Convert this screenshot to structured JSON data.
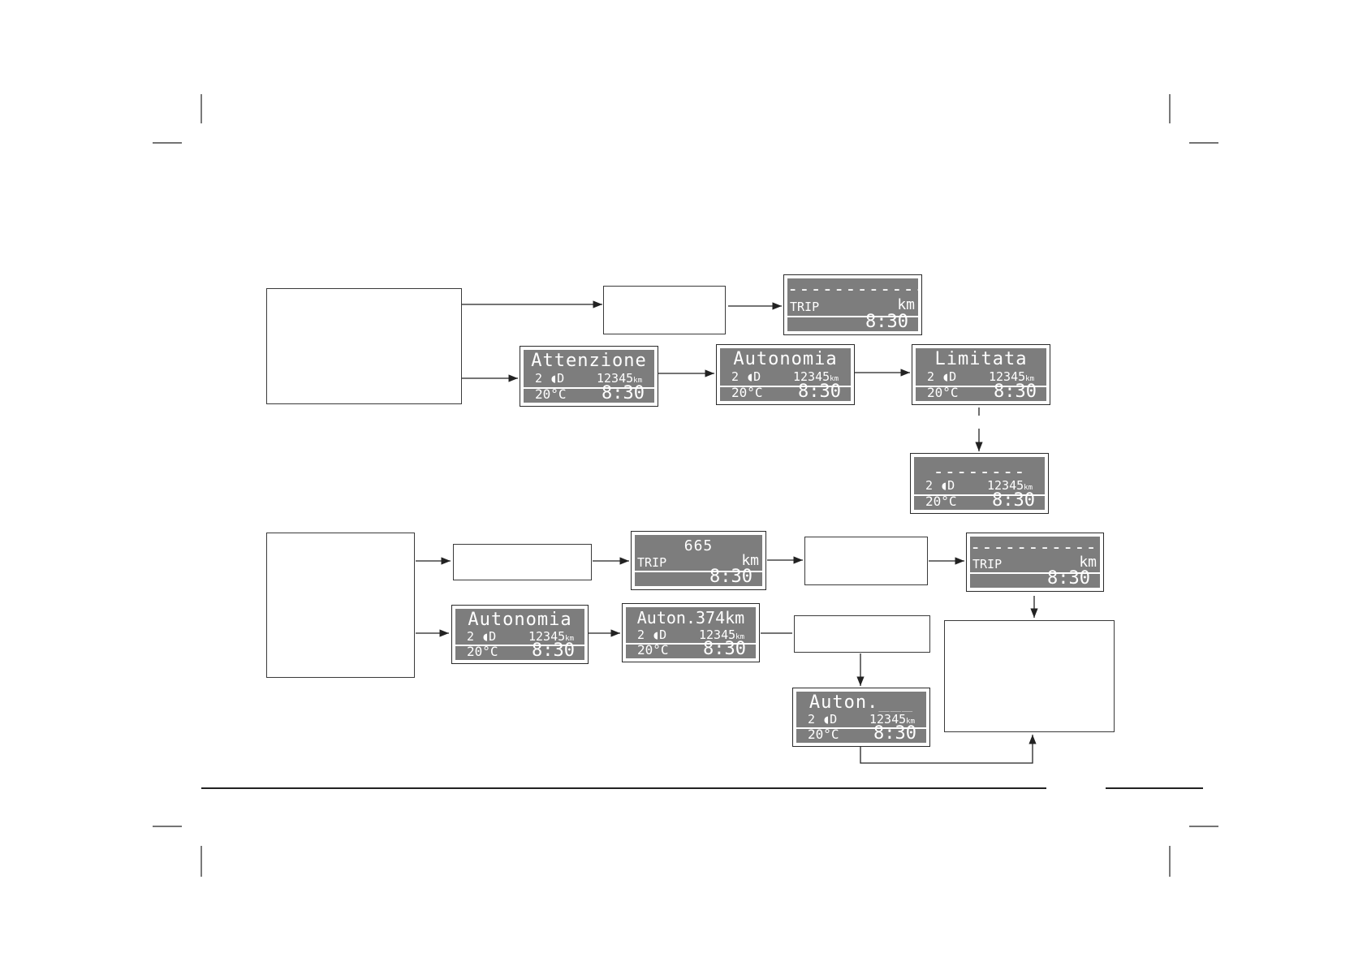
{
  "displays": {
    "trip_reset_top": {
      "dashes": "--------------",
      "trip": "TRIP",
      "unit": "km",
      "time": "8:30"
    },
    "attenzione": {
      "title": "Attenzione",
      "gear": "2",
      "odometer": "12345",
      "odo_unit": "km",
      "temp": "20°C",
      "time": "8:30"
    },
    "autonomia_top": {
      "title": "Autonomia",
      "gear": "2",
      "odometer": "12345",
      "odo_unit": "km",
      "temp": "20°C",
      "time": "8:30"
    },
    "limitata": {
      "title": "Limitata",
      "gear": "2",
      "odometer": "12345",
      "odo_unit": "km",
      "temp": "20°C",
      "time": "8:30"
    },
    "dashes_mid": {
      "title": "--------",
      "gear": "2",
      "odometer": "12345",
      "odo_unit": "km",
      "temp": "20°C",
      "time": "8:30"
    },
    "trip_665": {
      "value": "665",
      "trip": "TRIP",
      "unit": "km",
      "time": "8:30"
    },
    "trip_reset_bottom": {
      "dashes": "--------------",
      "trip": "TRIP",
      "unit": "km",
      "time": "8:30"
    },
    "autonomia_bottom": {
      "title": "Autonomia",
      "gear": "2",
      "odometer": "12345",
      "odo_unit": "km",
      "temp": "20°C",
      "time": "8:30"
    },
    "auton_374": {
      "title": "Auton.374km",
      "gear": "2",
      "odometer": "12345",
      "odo_unit": "km",
      "temp": "20°C",
      "time": "8:30"
    },
    "auton_blank": {
      "title": "Auton.___",
      "gear": "2",
      "odometer": "12345",
      "odo_unit": "km",
      "temp": "20°C",
      "time": "8:30"
    }
  },
  "colors": {
    "lcd_background": "#7d7d7d",
    "lcd_text": "#ffffff",
    "line": "#222222"
  }
}
